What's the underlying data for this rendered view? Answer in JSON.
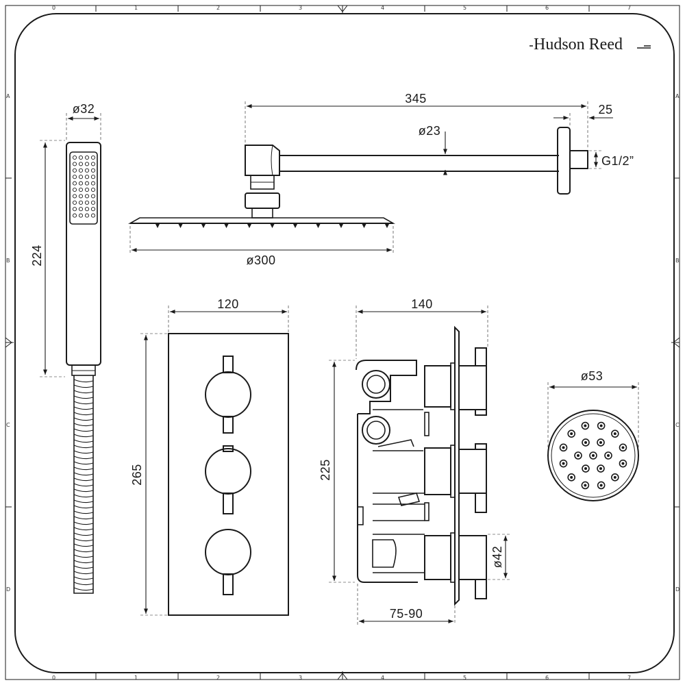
{
  "brand": "Hudson Reed",
  "border": {
    "columns": [
      "0",
      "1",
      "2",
      "3",
      "4",
      "5",
      "6",
      "7"
    ],
    "rows": [
      "A",
      "B",
      "C",
      "D"
    ]
  },
  "dimensions": {
    "handset_diameter": "ø32",
    "handset_length": "224",
    "arm_length": "345",
    "arm_diameter": "ø23",
    "arm_wall_offset": "25",
    "arm_thread": "G1/2”",
    "showerhead_diameter": "ø300",
    "plate_width": "120",
    "plate_height": "265",
    "valve_depth": "140",
    "valve_height": "225",
    "valve_adjust": "75-90",
    "handle_diameter": "ø42",
    "bodyjet_diameter": "ø53"
  }
}
